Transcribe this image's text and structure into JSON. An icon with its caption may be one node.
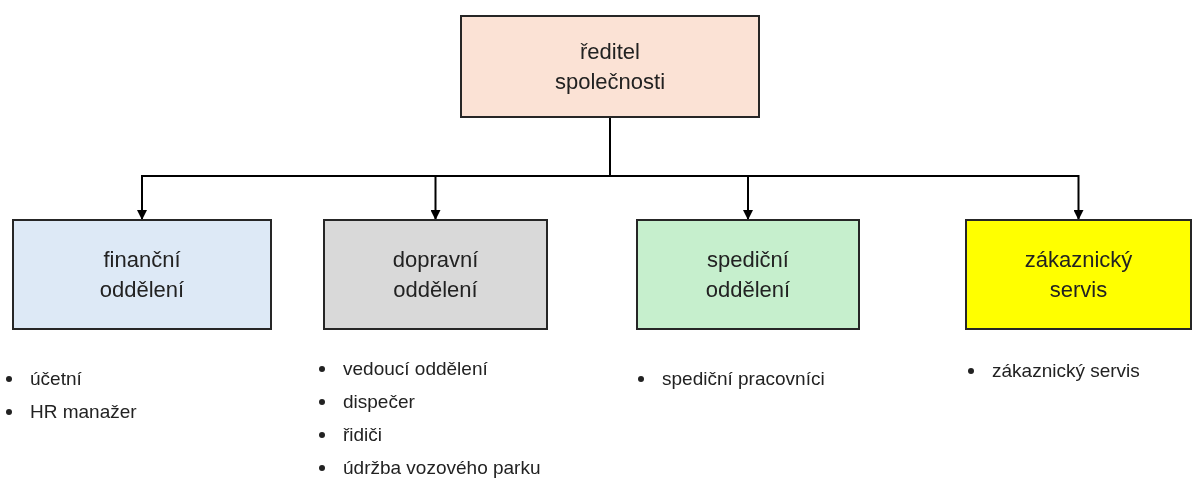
{
  "diagram": {
    "nodes": [
      {
        "text": [
          "ředitel společnosti"
        ]
      },
      {
        "text": [
          "finanční oddělení"
        ],
        "beside": [
          "účetní",
          "HR manažer"
        ]
      },
      {
        "text": [
          "dopravní oddělení"
        ],
        "beside": [
          "vedoucí oddělení",
          "dispečer",
          "řidiči",
          "údržba vozového parku"
        ]
      },
      {
        "text": [
          "spediční oddělení"
        ],
        "beside": [
          "spediční pracovníci"
        ]
      },
      {
        "text": [
          "zákaznický servis"
        ],
        "beside": [
          "zákaznický servis"
        ]
      }
    ],
    "edges": [
      {
        "from": 0,
        "to": 1,
        "arrow": "to"
      },
      {
        "from": 0,
        "to": 2,
        "arrow": "to"
      },
      {
        "from": 0,
        "to": 3,
        "arrow": "to"
      },
      {
        "from": 0,
        "to": 4,
        "arrow": "to"
      }
    ]
  }
}
